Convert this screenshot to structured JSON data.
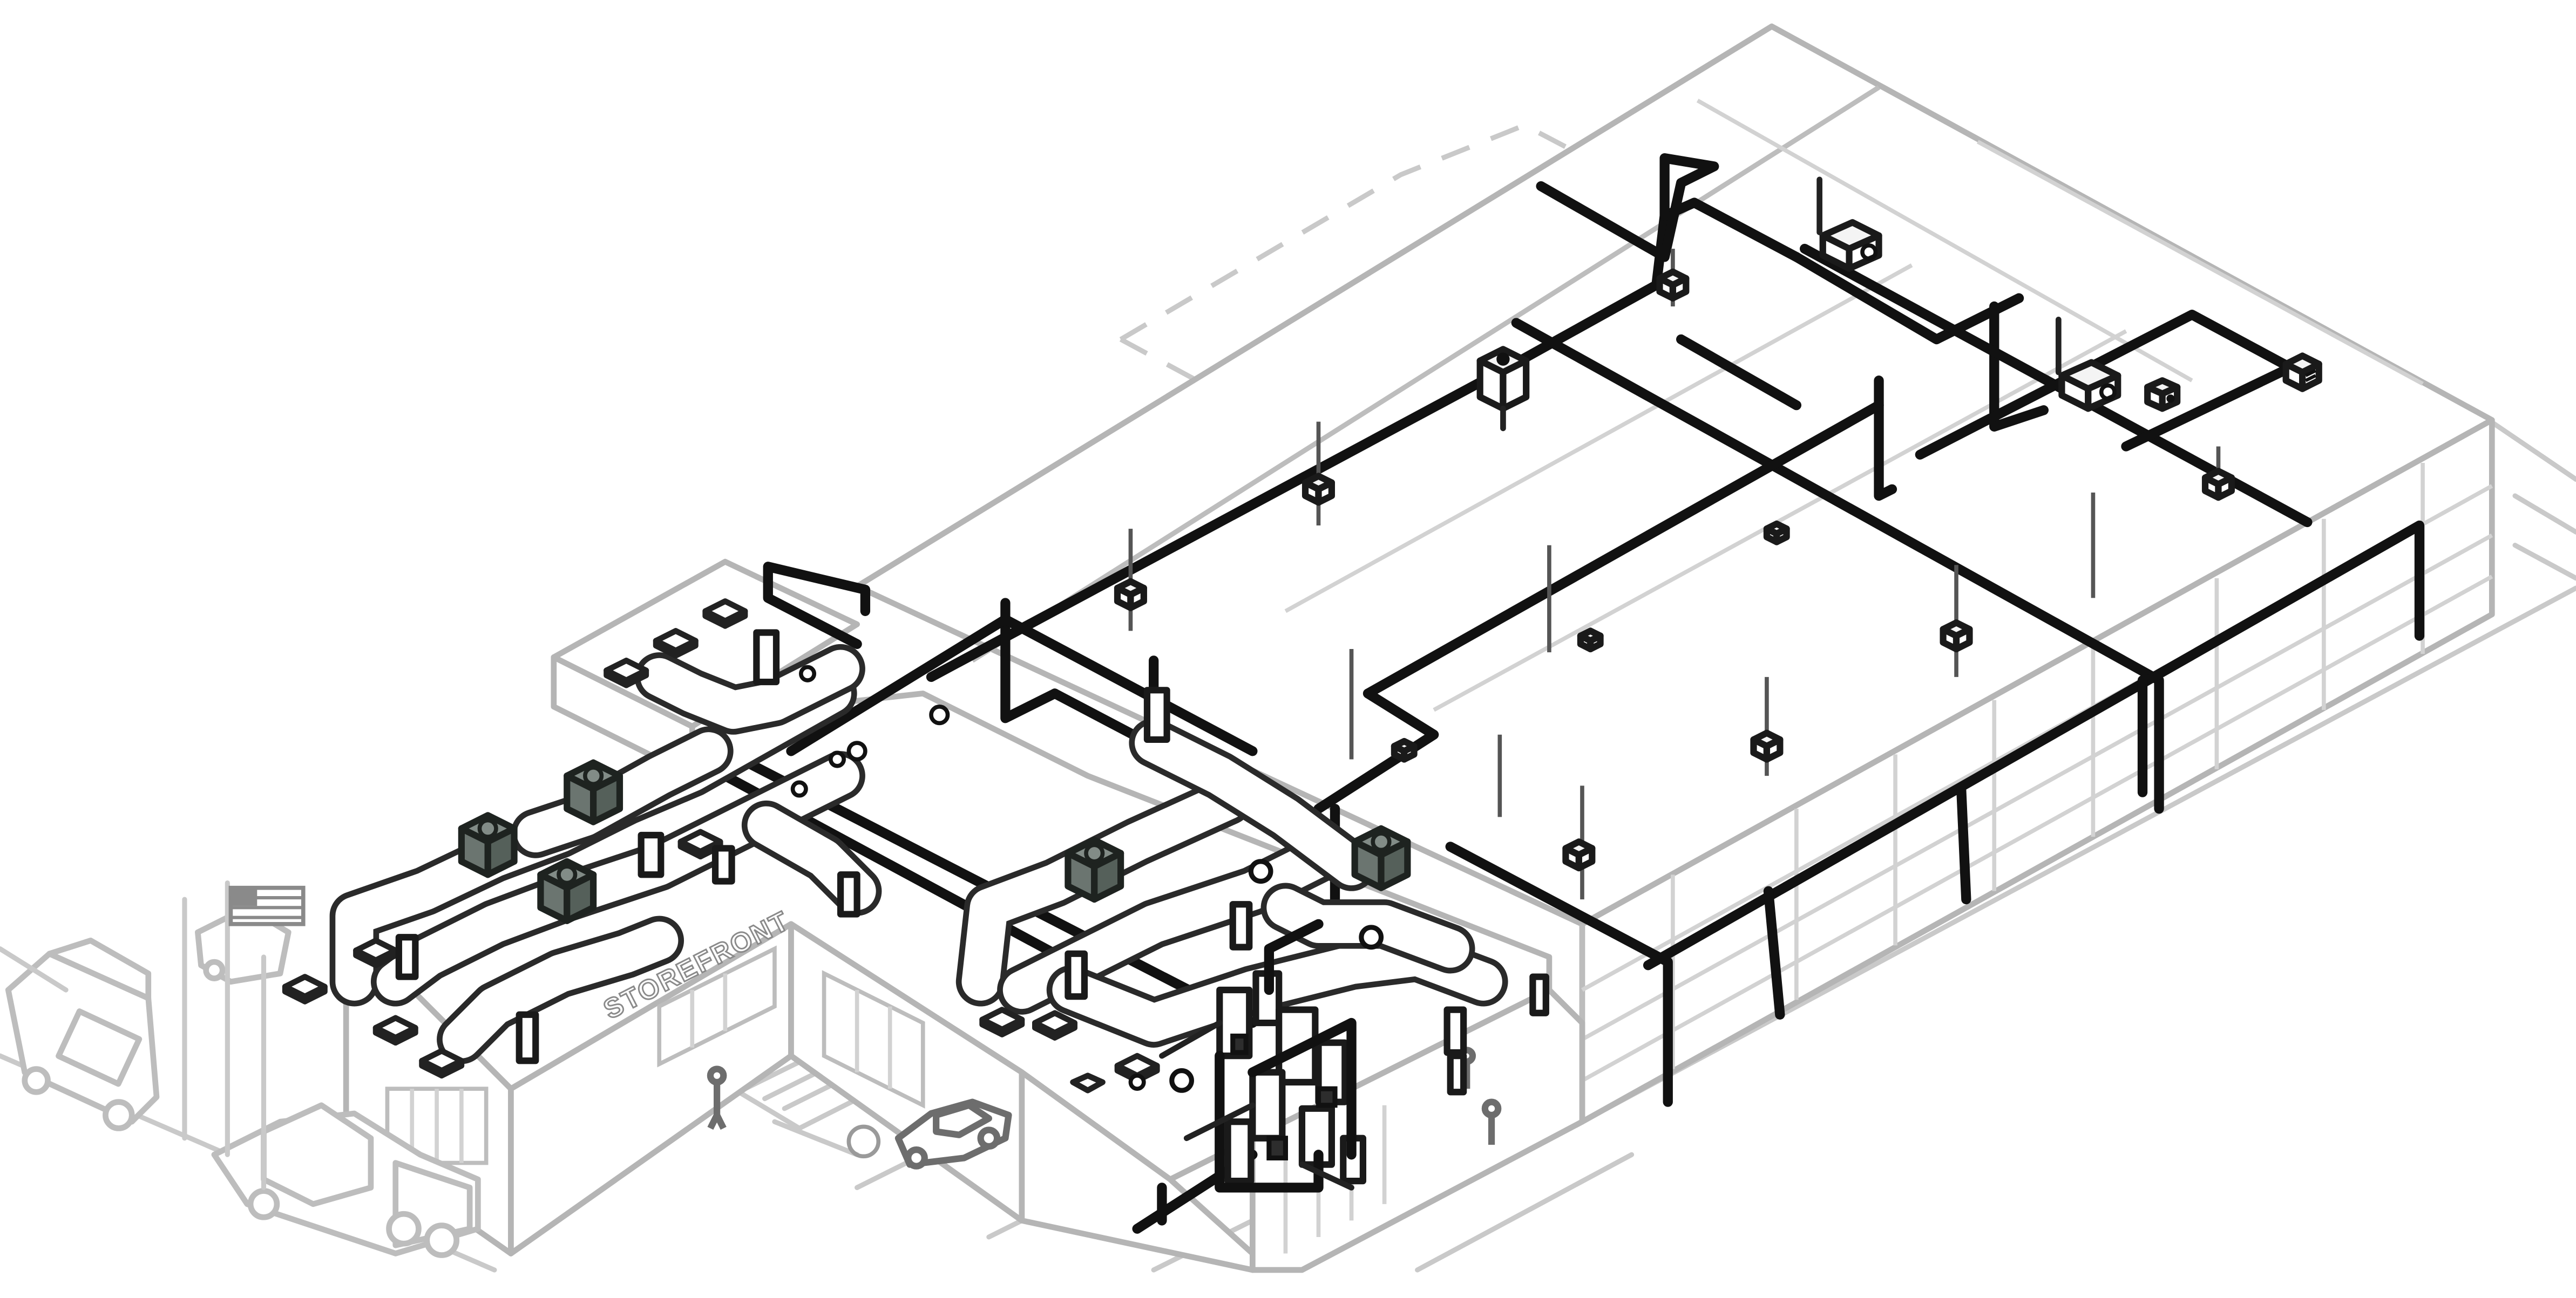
{
  "drawing": {
    "kind": "isometric-mep-3d-view",
    "line_color": "#111111",
    "background_color": "#ffffff",
    "ghost_color": "#c9c9c9",
    "rooftop_unit_color": "#6b7570",
    "storefront_sign_text": "STOREFRONT"
  },
  "equipment": {
    "rooftop_units": 5,
    "unit_heaters": 11,
    "wall_heaters": 3
  },
  "context": {
    "vehicles": [
      "tractor-truck",
      "tractor-truck",
      "pickup-truck",
      "sedan"
    ],
    "people": 3,
    "flag": "us-flag-icon"
  }
}
